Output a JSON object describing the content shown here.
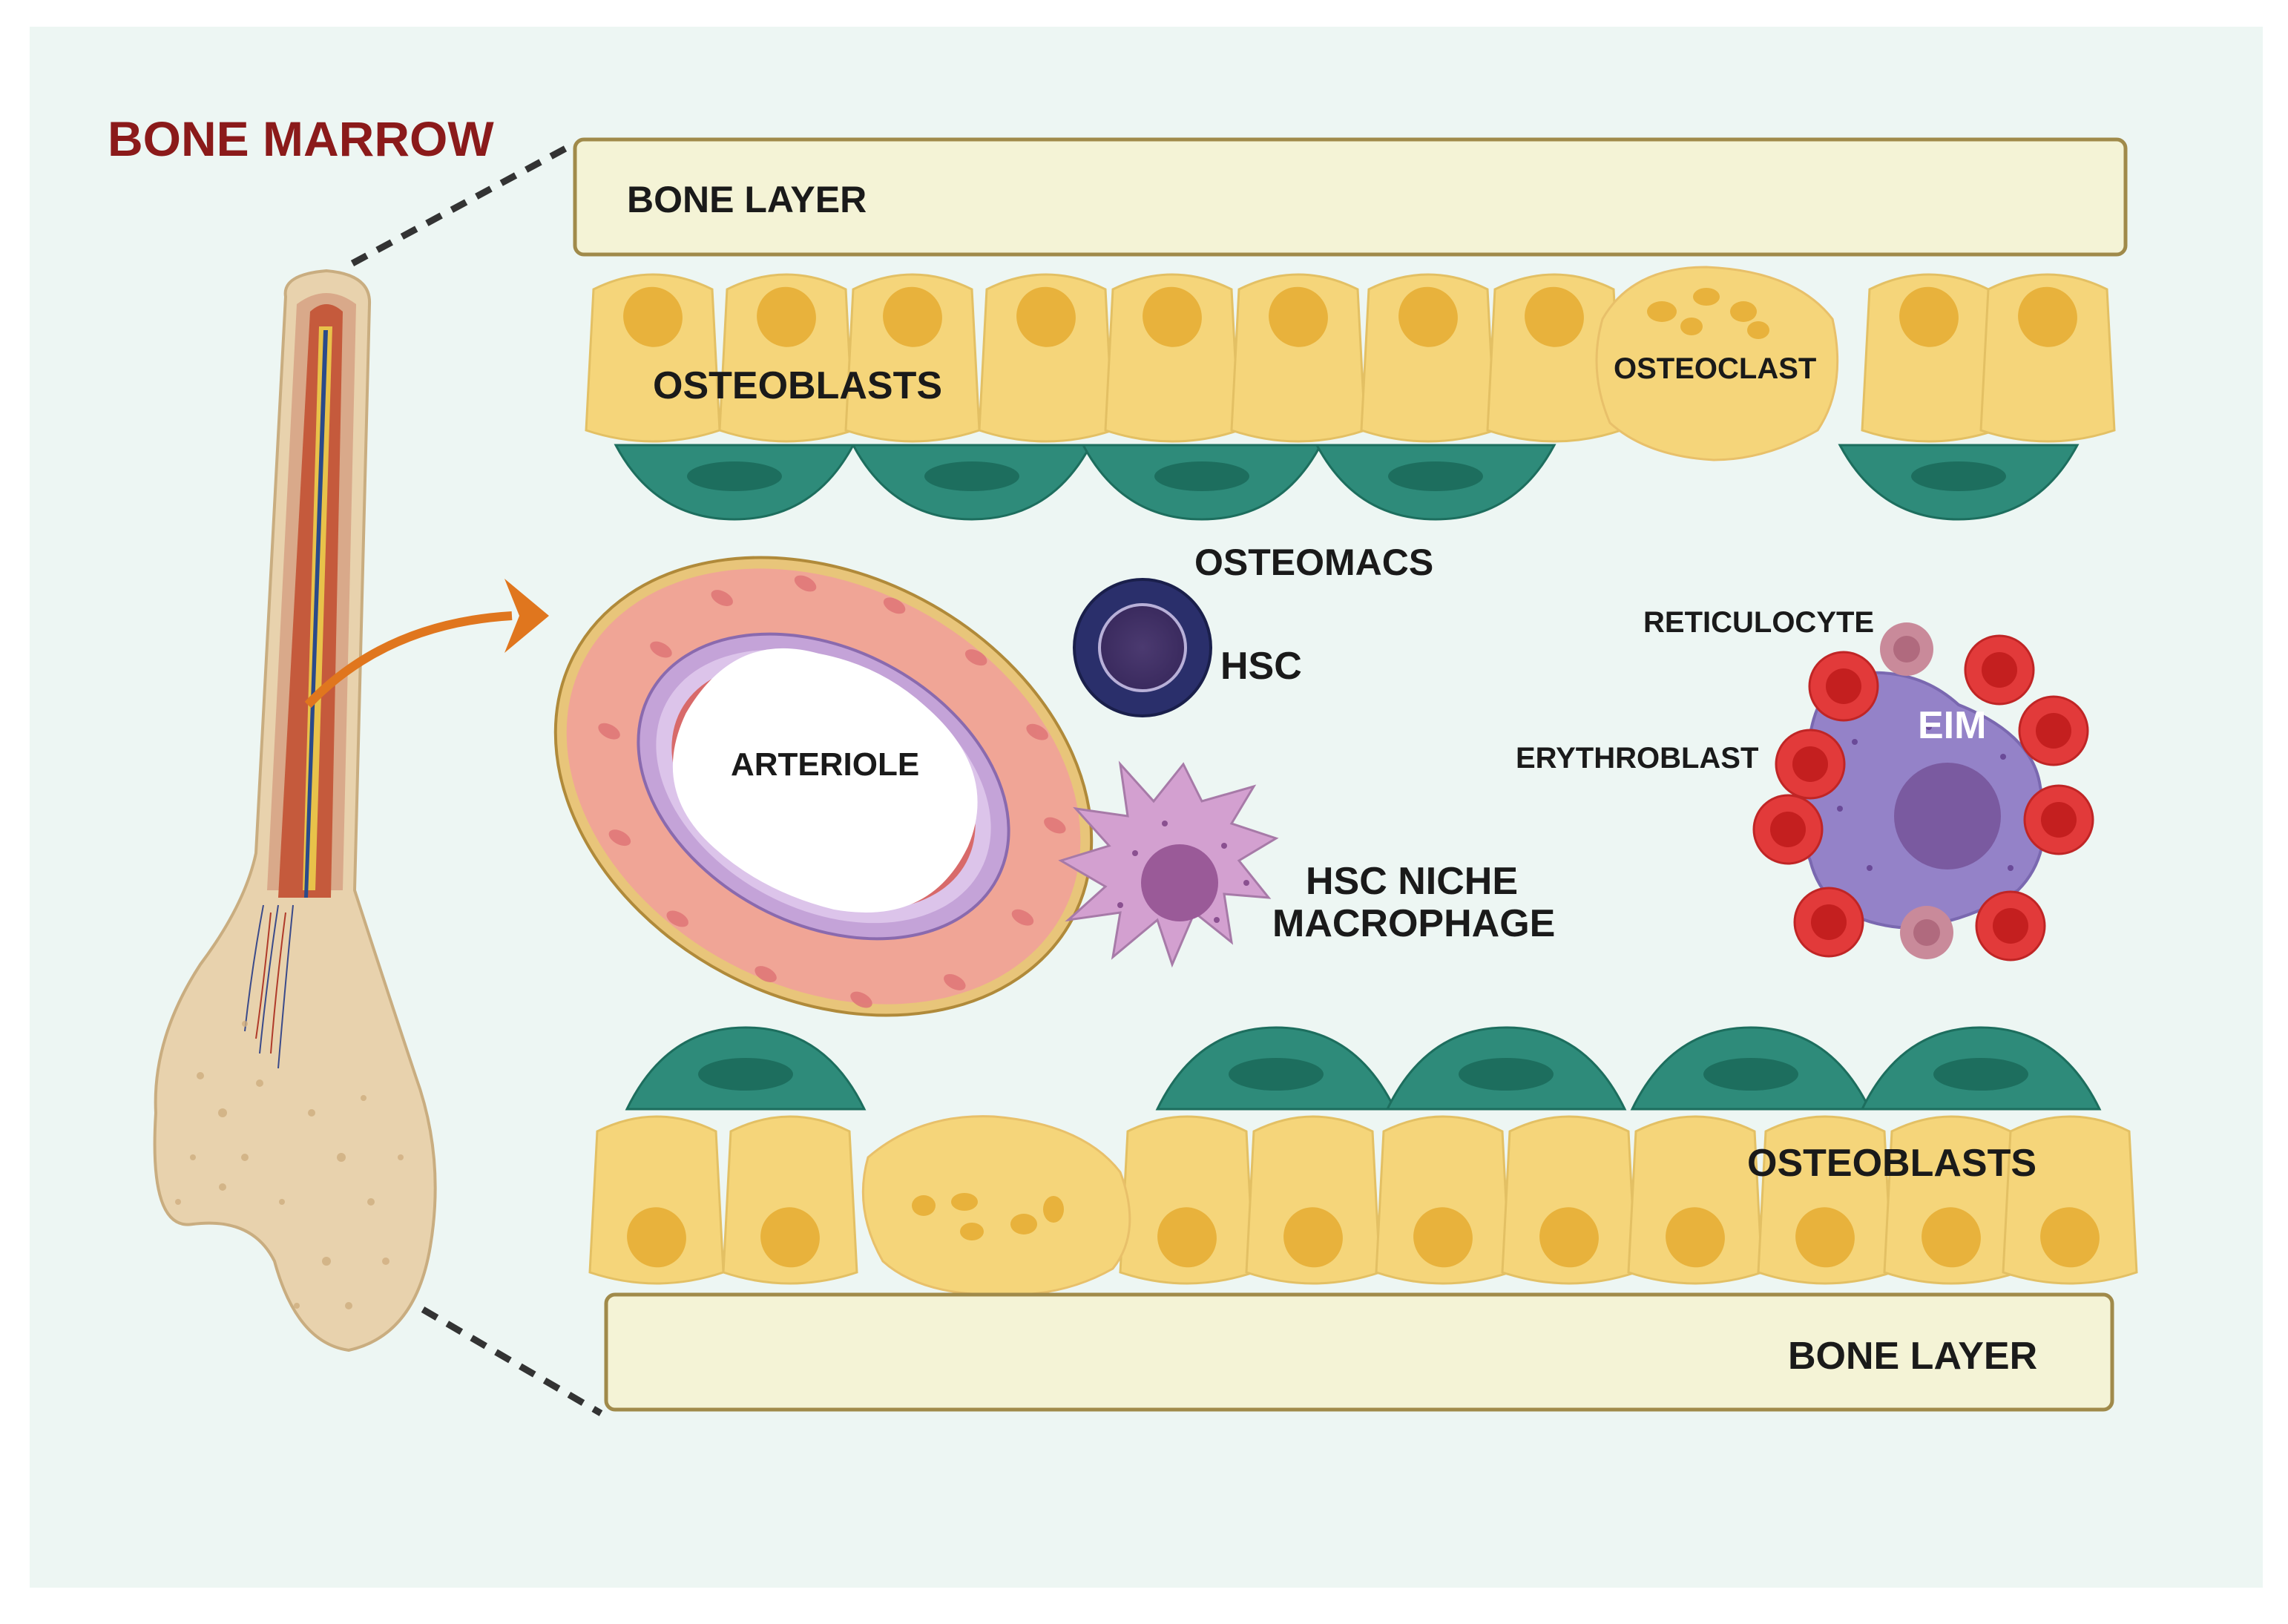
{
  "title": "BONE MARROW",
  "labels": {
    "bone_layer_top": "BONE LAYER",
    "bone_layer_bottom": "BONE LAYER",
    "osteoblasts_top": "OSTEOBLASTS",
    "osteoblasts_bottom": "OSTEOBLASTS",
    "osteoclast": "OSTEOCLAST",
    "osteomacs": "OSTEOMACS",
    "arteriole": "ARTERIOLE",
    "hsc": "HSC",
    "hsc_niche_line1": "HSC NICHE",
    "hsc_niche_line2": "MACROPHAGE",
    "reticulocyte": "RETICULOCYTE",
    "erythroblast": "ERYTHROBLAST",
    "eim": "EIM"
  },
  "colors": {
    "background": "#edf6f3",
    "title": "#8b1a1a",
    "bone_layer_fill": "#f4f3d6",
    "bone_layer_stroke": "#a08a4a",
    "osteoblast": "#f5d57a",
    "osteoblast_nucleus": "#e8b23c",
    "osteomac": "#2e8b7a",
    "osteomac_nucleus": "#1d6e5e",
    "arteriole_outer": "#f0a596",
    "arteriole_rim": "#e8c57a",
    "arteriole_inner": "#c4a3d8",
    "hsc_outer": "#2a2f6b",
    "hsc_inner": "#4a3266",
    "macrophage": "#d3a0d0",
    "macrophage_nucleus": "#9a5a98",
    "eim": "#9482c8",
    "eim_nucleus": "#7a5aa0",
    "erythroblast": "#e23a3a",
    "reticulocyte": "#c98a9a",
    "arrow": "#e0761e",
    "bone": "#e8d2ad"
  }
}
